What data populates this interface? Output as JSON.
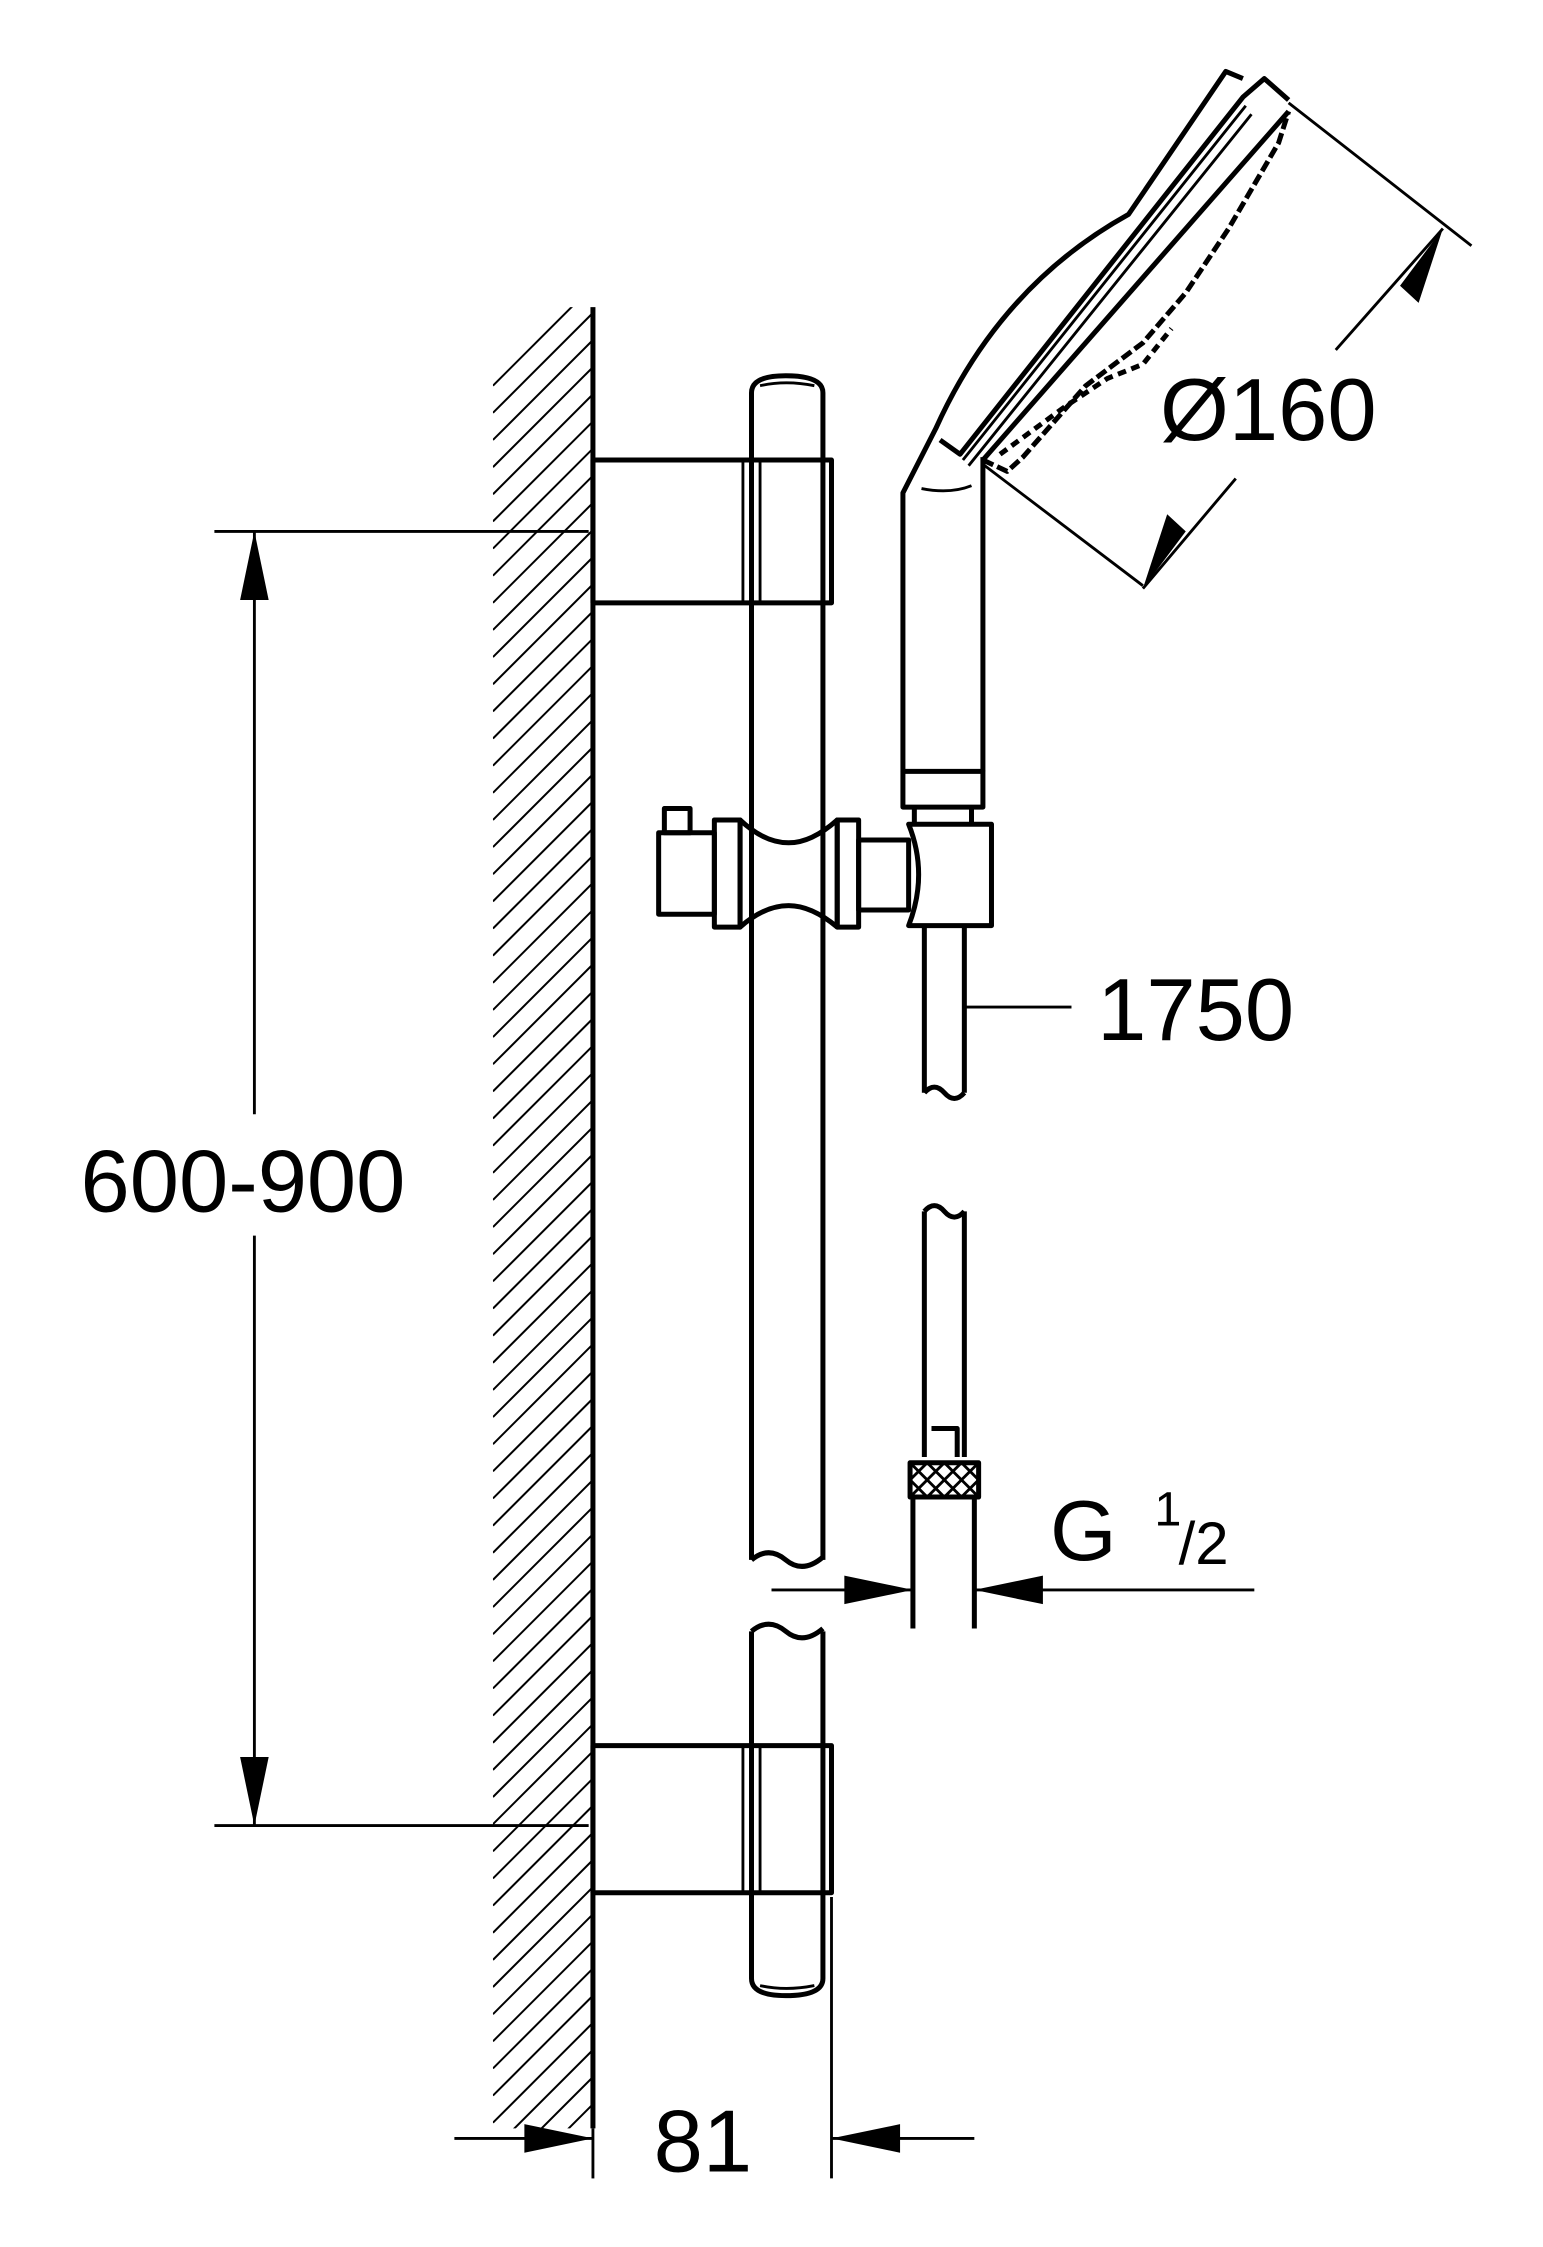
{
  "dimensions": {
    "mount_distance": "600-900",
    "wall_projection": "81",
    "hose_length": "1750",
    "head_diameter": "Ø160",
    "connection_thread_main": "G",
    "connection_thread_num": "1",
    "connection_thread_den": "/2"
  }
}
